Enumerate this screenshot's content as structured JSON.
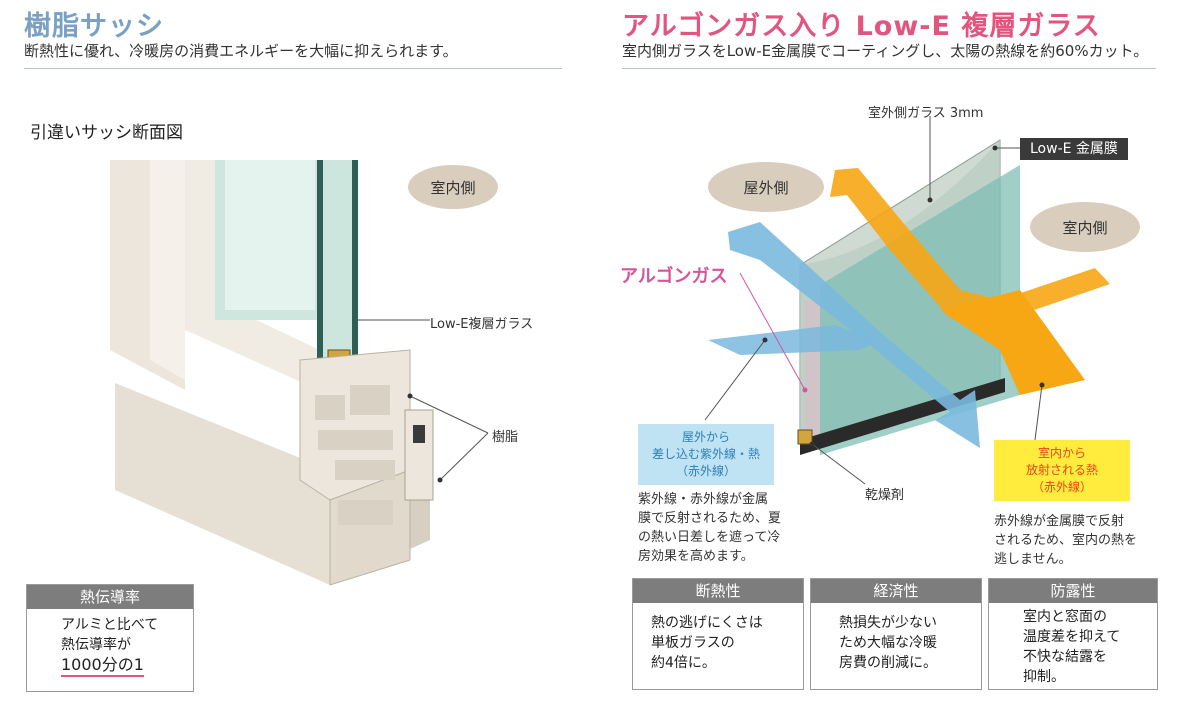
{
  "left": {
    "title": "樹脂サッシ",
    "subtitle": "断熱性に優れ、冷暖房の消費エネルギーを大幅に抑えられます。",
    "section_label": "引違いサッシ断面図",
    "indoor_label": "室内側",
    "lowe_callout": "Low-E複層ガラス",
    "resin_callout": "樹脂",
    "conductivity": {
      "heading": "熱伝導率",
      "line1": "アルミと比べて",
      "line2": "熱伝導率が",
      "line3": "1000分の1"
    }
  },
  "right": {
    "title": "アルゴンガス入り Low-E 複層ガラス",
    "subtitle": "室内側ガラスをLow-E金属膜でコーティングし、太陽の熱線を約60%カット。",
    "outer_glass_label": "室外側ガラス 3mm",
    "lowe_film_tag": "Low-E 金属膜",
    "outdoor_label": "屋外側",
    "indoor_label": "室内側",
    "argon_label": "アルゴンガス",
    "desiccant_label": "乾燥剤",
    "uv_box": {
      "line1": "屋外から",
      "line2": "差し込む紫外線・熱",
      "line3": "（赤外線）"
    },
    "uv_note": [
      "紫外線・赤外線が金属",
      "膜で反射されるため、夏",
      "の熱い日差しを遮って冷",
      "房効果を高めます。"
    ],
    "heat_box": {
      "line1": "室内から",
      "line2": "放射される熱",
      "line3": "（赤外線）"
    },
    "heat_note": [
      "赤外線が金属膜で反射",
      "されるため、室内の熱を",
      "逃しません。"
    ],
    "features": [
      {
        "heading": "断熱性",
        "lines": [
          "熱の逃げにくさは",
          "単板ガラスの",
          "約4倍に。"
        ]
      },
      {
        "heading": "経済性",
        "lines": [
          "熱損失が少ない",
          "ため大幅な冷暖",
          "房費の削減に。"
        ]
      },
      {
        "heading": "防露性",
        "lines": [
          "室内と窓面の",
          "温度差を抑えて",
          "不快な結露を",
          "抑制。"
        ]
      }
    ]
  },
  "colors": {
    "left_title": "#7aa0c4",
    "right_title": "#e2557f",
    "argon": "#d5559a",
    "uv_arrow": "#7ab9de",
    "heat_arrow": "#f7a614",
    "pill": "#d9cdbd",
    "box_head": "#7d7d7d"
  }
}
